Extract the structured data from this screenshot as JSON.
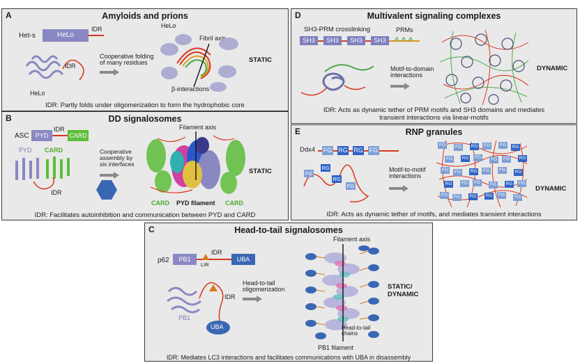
{
  "panelA": {
    "letter": "A",
    "title": "Amyloids and prions",
    "het_s": "Het-s",
    "helo_box": "HeLo",
    "idr_tag": "IDR",
    "helo_top": "HeLo",
    "fibril_axis": "Fibril axis",
    "idr_left": "IDR",
    "helo_bottom": "HeLo",
    "process": "Cooperative folding\nof many residues",
    "beta": "β-interactions",
    "state": "STATIC",
    "caption": "IDR: Partly folds under oligomerization to form the hydrophobic core"
  },
  "panelB": {
    "letter": "B",
    "title": "DD signalosomes",
    "asc": "ASC",
    "pyd_box": "PYD",
    "idr_tag": "IDR",
    "card_box": "CARD",
    "pyd_label": "PYD",
    "card_label": "CARD",
    "idr_label": "IDR",
    "process": "Cooperative\nassembly by\nsix interfaces",
    "filament_axis": "Filament axis",
    "card_left": "CARD",
    "pyd_filament": "PYD filament",
    "card_right": "CARD",
    "state": "STATIC",
    "caption": "IDR: Facilitates autoinhibition and communication between PYD and CARD"
  },
  "panelC": {
    "letter": "C",
    "title": "Head-to-tail signalosomes",
    "p62": "p62",
    "pb1_box": "PB1",
    "idr_tag": "IDR",
    "lir": "LIR",
    "uba_box": "UBA",
    "filament_axis": "Filament axis",
    "process": "Head-to-tail\noligomerization",
    "idr_label": "IDR",
    "pb1_label": "PB1",
    "uba_label": "UBA",
    "chains": "Head-to-tail\nchains",
    "pb1_filament": "PB1 filament",
    "state": "STATIC/\nDYNAMIC",
    "caption": "IDR: Mediates LC3 interactions and facilitates communications with UBA in disassembly"
  },
  "panelD": {
    "letter": "D",
    "title": "Multivalent signaling complexes",
    "crosslinking": "SH3-PRM crosslinking",
    "sh3_boxes": [
      "SH3",
      "SH3",
      "SH3",
      "SH3"
    ],
    "prms": "PRMs",
    "process": "Motif-to-domain\ninteractions",
    "state": "DYNAMIC",
    "caption": "IDR: Acts as dynamic tether of PRM motifs and SH3 domains and mediates\ntransient interactions via linear-motifs"
  },
  "panelE": {
    "letter": "E",
    "title": "RNP granules",
    "ddx4": "Ddx4",
    "fg_boxes": [
      "FG",
      "RG",
      "RG",
      "FG"
    ],
    "motif_boxes": [
      "FG",
      "RG",
      "RG",
      "FG"
    ],
    "process": "Motif-to-motif\ninteractions",
    "network_tags": [
      "FG",
      "FG",
      "RG",
      "FG",
      "FG",
      "RG",
      "FG",
      "RG",
      "FG",
      "FG",
      "FG",
      "RG",
      "FG",
      "FG",
      "RG",
      "FG",
      "FG",
      "RG",
      "RG",
      "FG",
      "FG",
      "FG",
      "RG",
      "FG",
      "FG",
      "FG",
      "RG",
      "RG",
      "FG",
      "FG"
    ],
    "state": "DYNAMIC",
    "caption": "IDR: Acts as dynamic tether of motifs, and mediates transient interactions"
  },
  "colors": {
    "helo": "#8a88c2",
    "idr": "#d9381e",
    "card": "#5dbd3a",
    "sh3": "#7e7fbd",
    "fg_light": "#7e9fd6",
    "rg_dark": "#2f64c6",
    "uba": "#3a67b3",
    "lir": "#d87818",
    "arrow": "#8a8a8a",
    "panel_bg": "#e9e9e9"
  }
}
